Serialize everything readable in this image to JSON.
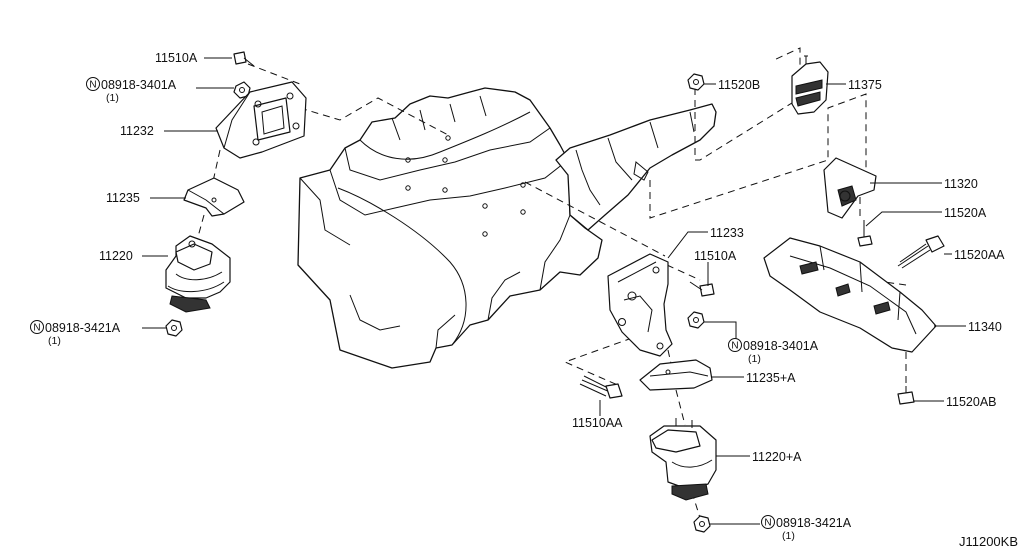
{
  "diagram": {
    "code": "J11200KB",
    "callouts": {
      "c11510A_top": {
        "part": "11510A"
      },
      "c08918_3401A_top": {
        "prefix": "N",
        "part": "08918-3401A",
        "qty": "(1)"
      },
      "c11232": {
        "part": "11232"
      },
      "c11235": {
        "part": "11235"
      },
      "c11220": {
        "part": "11220"
      },
      "c08918_3421A_left": {
        "prefix": "N",
        "part": "08918-3421A",
        "qty": "(1)"
      },
      "c11520B": {
        "part": "11520B"
      },
      "c11375": {
        "part": "11375"
      },
      "c11320": {
        "part": "11320"
      },
      "c11520A": {
        "part": "11520A"
      },
      "c11520AA": {
        "part": "11520AA"
      },
      "c11233": {
        "part": "11233"
      },
      "c11510A_mid": {
        "part": "11510A"
      },
      "c08918_3401A_mid": {
        "prefix": "N",
        "part": "08918-3401A",
        "qty": "(1)"
      },
      "c11340": {
        "part": "11340"
      },
      "c11235A": {
        "part": "11235+A"
      },
      "c11510AA": {
        "part": "11510AA"
      },
      "c11520AB": {
        "part": "11520AB"
      },
      "c11220A": {
        "part": "11220+A"
      },
      "c08918_3421A_bot": {
        "prefix": "N",
        "part": "08918-3421A",
        "qty": "(1)"
      }
    }
  }
}
